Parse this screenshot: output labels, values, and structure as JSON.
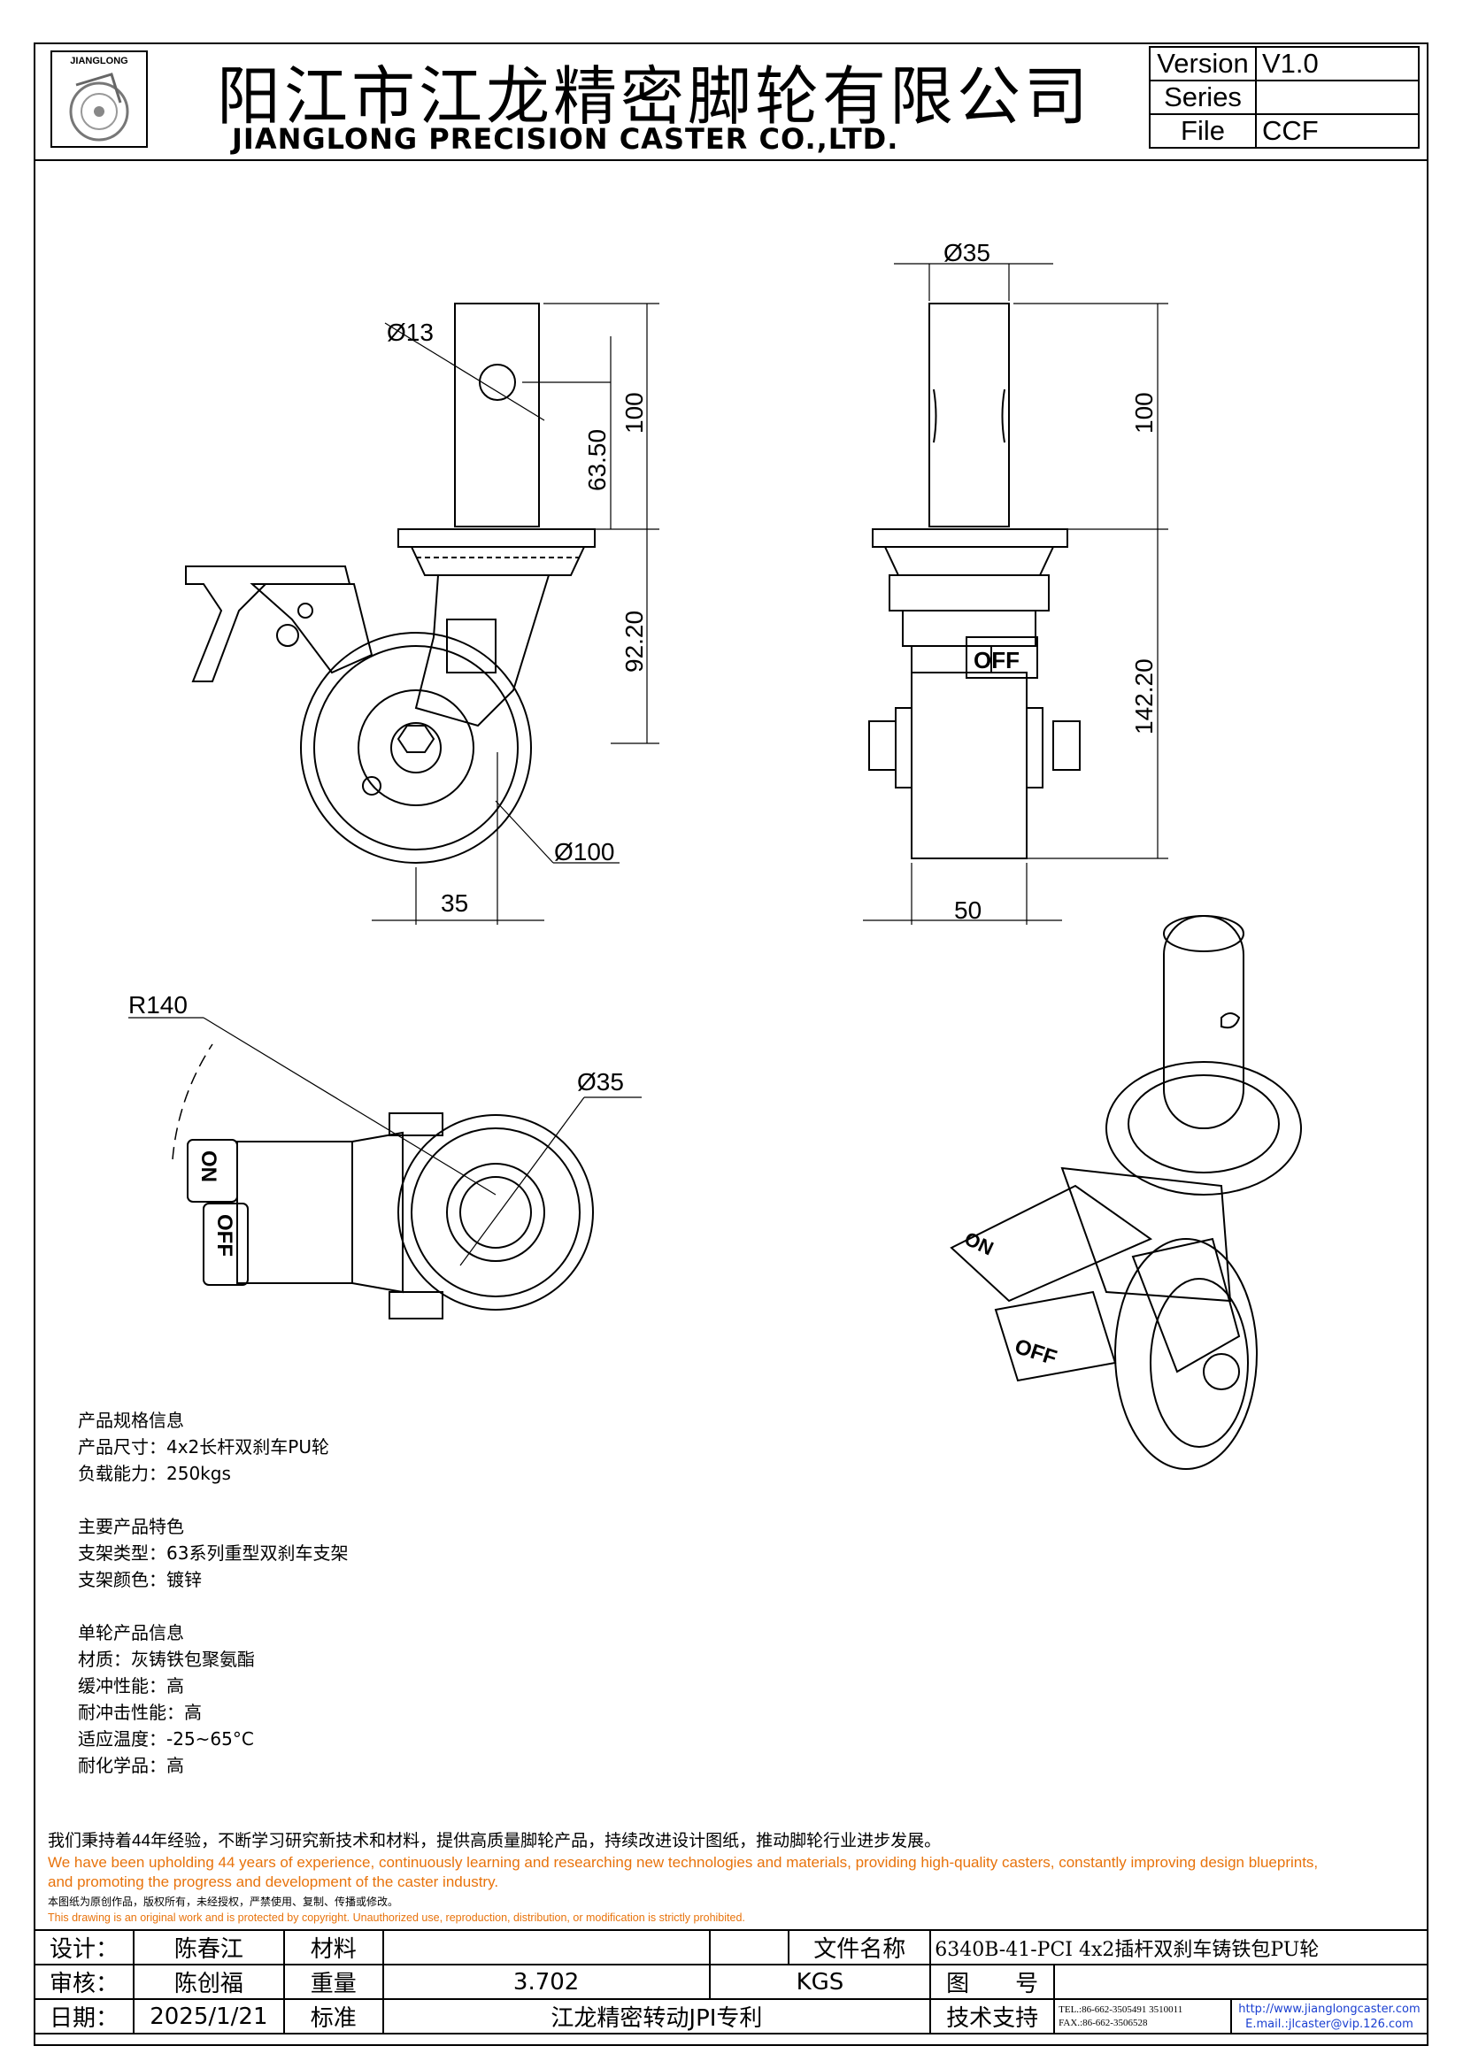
{
  "header": {
    "company_cn": "阳江市江龙精密脚轮有限公司",
    "company_en": "JIANGLONG PRECISION CASTER CO.,LTD.",
    "logo_text": "JIANGLONG",
    "version_label": "Version",
    "version_value": "V1.0",
    "series_label": "Series",
    "series_value": "",
    "file_label": "File",
    "file_value": "CCF"
  },
  "dimensions": {
    "d13": "Ø13",
    "h100_a": "100",
    "h63_50": "63.50",
    "h92_20": "92.20",
    "w35_a": "35",
    "d100": "Ø100",
    "d35_top": "Ø35",
    "h100_b": "100",
    "h142_20": "142.20",
    "w50": "50",
    "r140": "R140",
    "d35_bottom": "Ø35",
    "on_label": "ON",
    "off_label": "OFF"
  },
  "spec": {
    "s1_title": "产品规格信息",
    "s1_l1": "产品尺寸：4x2长杆双刹车PU轮",
    "s1_l2": "负载能力：250kgs",
    "s2_title": "主要产品特色",
    "s2_l1": "支架类型：63系列重型双刹车支架",
    "s2_l2": "支架颜色：镀锌",
    "s3_title": "单轮产品信息",
    "s3_l1": "材质：灰铸铁包聚氨酯",
    "s3_l2": "缓冲性能：高",
    "s3_l3": "耐冲击性能：高",
    "s3_l4": "适应温度：-25~65°C",
    "s3_l5": "耐化学品：高"
  },
  "notes": {
    "cn_statement": "我们秉持着44年经验，不断学习研究新技术和材料，提供高质量脚轮产品，持续改进设计图纸，推动脚轮行业进步发展。",
    "en_statement_1": "We have been upholding 44 years of experience, continuously learning and researching new technologies and materials, providing high-quality casters, constantly improving design blueprints,",
    "en_statement_2": "and promoting the progress and development of the caster industry.",
    "cn_copyright": "本图纸为原创作品，版权所有，未经授权，严禁使用、复制、传播或修改。",
    "en_copyright": "This drawing is an original work and is protected by copyright. Unauthorized use, reproduction, distribution, or modification is strictly prohibited."
  },
  "title_block": {
    "design_label": "设计：",
    "design_value": "陈春江",
    "material_label": "材料",
    "material_value": "",
    "filename_label": "文件名称",
    "filename_value": "6340B-41-PCI 4x2插杆双刹车铸铁包PU轮",
    "review_label": "审核：",
    "review_value": "陈创福",
    "weight_label": "重量",
    "weight_value": "3.702",
    "weight_unit": "KGS",
    "drawing_no_label": "图　　号",
    "drawing_no_value": "",
    "date_label": "日期：",
    "date_value": "2025/1/21",
    "standard_label": "标准",
    "standard_value": "江龙精密转动JPI专利",
    "support_label": "技术支持",
    "tel": "TEL.:86-662-3505491 3510011",
    "fax": "FAX.:86-662-3506528",
    "website": "http://www.jianglongcaster.com",
    "email": "E.mail.:jlcaster@vip.126.com"
  }
}
